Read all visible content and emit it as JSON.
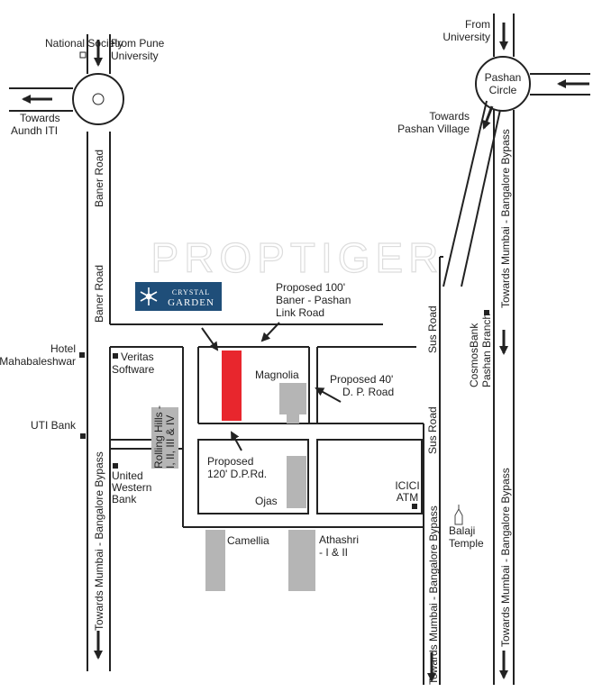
{
  "watermark": "PROPTIGER",
  "logo": {
    "line1": "CRYSTAL",
    "line2": "GARDEN"
  },
  "colors": {
    "road": "#222222",
    "building": "#b5b5b5",
    "project": "#e8262d",
    "logo_bg": "#1f4e79"
  },
  "labels": {
    "national_society": "National Society",
    "from_pune_university": [
      "From Pune",
      "University"
    ],
    "towards_aundh_iti": [
      "Towards",
      "Aundh ITI"
    ],
    "from_university": [
      "From",
      "University"
    ],
    "pashan_circle": [
      "Pashan",
      "Circle"
    ],
    "towards_pashan_village": [
      "Towards",
      "Pashan Village"
    ],
    "baner_road_upper": "Baner Road",
    "baner_road_lower": "Baner Road",
    "towards_mumbai_bangalore_bypass_right": "Towards Mumbai - Bangalore Bypass",
    "proposed_link_road": [
      "Proposed 100'",
      "Baner - Pashan",
      "Link Road"
    ],
    "hotel_mahabaleshwar": [
      "Hotel",
      "Mahabaleshwar"
    ],
    "veritas_software": [
      "Veritas",
      "Software"
    ],
    "magnolia": "Magnolia",
    "proposed_dp_road_40": [
      "Proposed 40'",
      "D. P. Road"
    ],
    "sus_road_upper": "Sus Road",
    "sus_road_lower": "Sus Road",
    "cosmos_bank": [
      "CosmosBank",
      "Pashan Branch"
    ],
    "uti_bank": "UTI Bank",
    "rolling_hills": [
      "Rolling Hills -",
      "I, II, III & IV"
    ],
    "united_western_bank": [
      "United",
      "Western",
      "Bank"
    ],
    "proposed_dp_road_120": [
      "Proposed",
      "120' D.P.Rd."
    ],
    "ojas": "Ojas",
    "icici_atm": [
      "ICICI",
      "ATM"
    ],
    "balaji_temple": [
      "Balaji",
      "Temple"
    ],
    "towards_mumbai_bangalore_bypass_left": "Towards Mumbai - Bangalore Bypass",
    "towards_mumbai_bangalore_bypass_center": "Towards Mumbai - Bangalore Bypass",
    "towards_mumbai_bangalore_bypass_far_right": "Towards Mumbai - Bangalore Bypass",
    "camellia": "Camellia",
    "athashri": [
      "Athashri",
      "- I & II"
    ]
  }
}
